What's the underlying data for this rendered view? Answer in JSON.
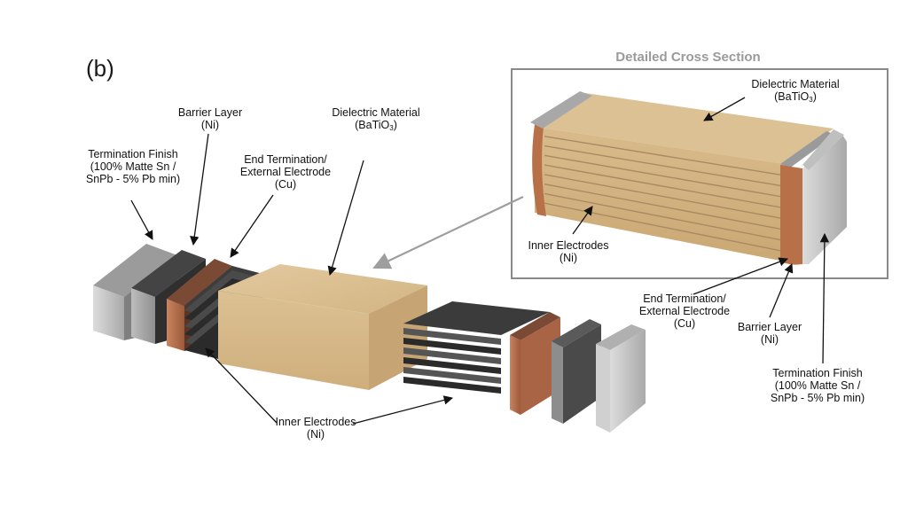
{
  "panel_label": "(b)",
  "cross_section_title": "Detailed Cross Section",
  "labels": {
    "termination_finish": [
      "Termination Finish",
      "(100% Matte Sn /",
      "SnPb - 5% Pb min)"
    ],
    "barrier_layer": [
      "Barrier Layer",
      "(Ni)"
    ],
    "end_termination": [
      "End Termination/",
      "External Electrode",
      "(Cu)"
    ],
    "dielectric_material": [
      "Dielectric Material",
      "(BaTiO",
      "3",
      ")"
    ],
    "inner_electrodes": [
      "Inner Electrodes",
      "(Ni)"
    ],
    "cs_dielectric_material": [
      "Dielectric Material",
      "(BaTiO",
      "3",
      ")"
    ],
    "cs_inner_electrodes": [
      "Inner Electrodes",
      "(Ni)"
    ],
    "cs_end_termination": [
      "End Termination/",
      "External Electrode",
      "(Cu)"
    ],
    "cs_barrier_layer": [
      "Barrier Layer",
      "(Ni)"
    ],
    "cs_termination_finish": [
      "Termination Finish",
      "(100% Matte Sn /",
      "SnPb - 5% Pb min)"
    ]
  },
  "colors": {
    "dielectric": "#d8b98a",
    "copper": "#b8704a",
    "nickel": "#3a3a3a",
    "tin": "#c9c9c9",
    "frame": "#8a8a8a"
  }
}
